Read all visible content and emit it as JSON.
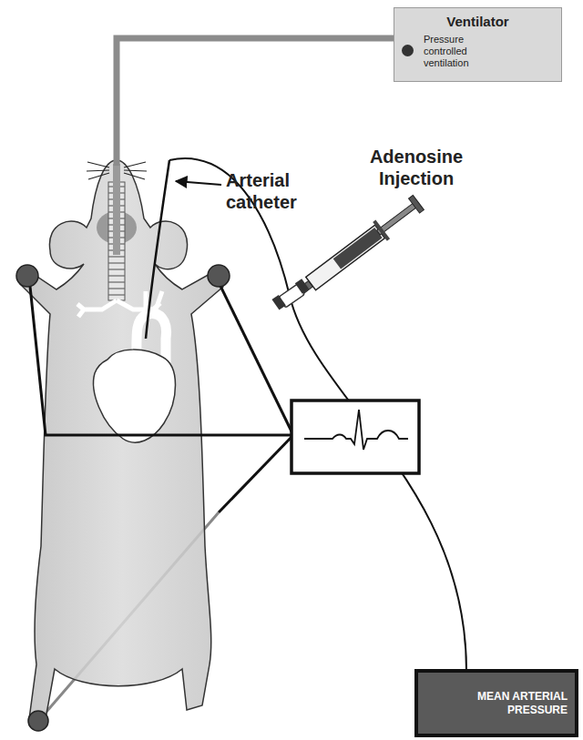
{
  "diagram": {
    "nodes": [
      {
        "text": [
          "Ventilator",
          "Pressure controlled ventilation"
        ]
      },
      {
        "text": [
          "MEAN ARTERIAL PRESSURE"
        ]
      }
    ],
    "labels": [
      "Adenosine Injection",
      "Arterial catheter"
    ]
  }
}
